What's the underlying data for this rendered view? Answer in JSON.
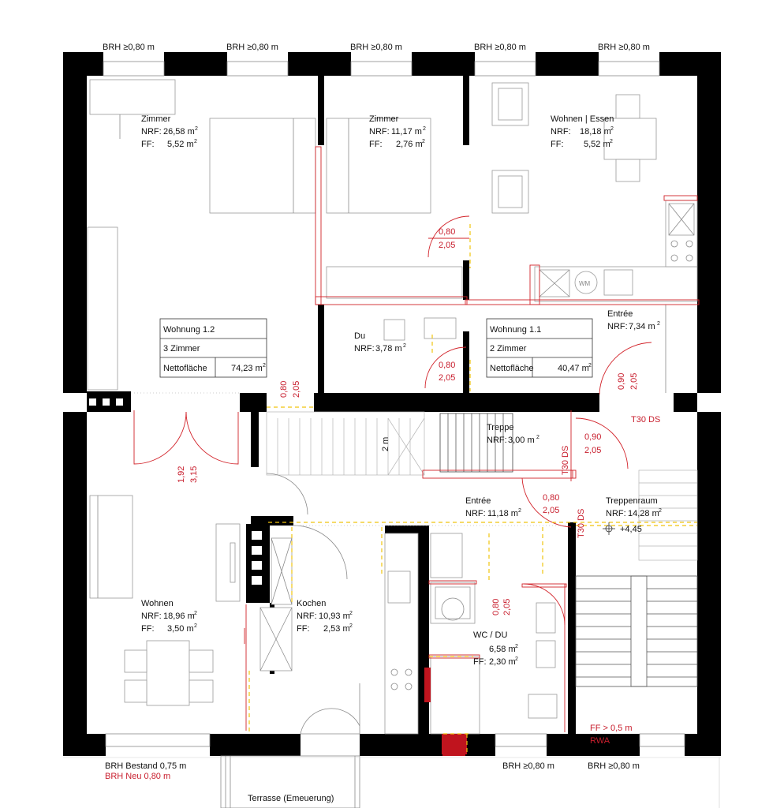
{
  "windows_top": [
    {
      "label": "BRH ≥0,80 m"
    },
    {
      "label": "BRH ≥0,80 m"
    },
    {
      "label": "BRH ≥0,80 m"
    },
    {
      "label": "BRH ≥0,80 m"
    },
    {
      "label": "BRH ≥0,80 m"
    }
  ],
  "rooms": {
    "zimmer_large": {
      "name": "Zimmer",
      "nrf_label": "NRF:",
      "nrf": "26,58 m",
      "ff_label": "FF:",
      "ff": "5,52 m"
    },
    "zimmer_small": {
      "name": "Zimmer",
      "nrf_label": "NRF:",
      "nrf": "11,17 m",
      "ff_label": "FF:",
      "ff": "2,76 m"
    },
    "wohnen_essen": {
      "name": "Wohnen | Essen",
      "nrf_label": "NRF:",
      "nrf": "18,18 m",
      "ff_label": "FF:",
      "ff": "5,52 m"
    },
    "entree_top": {
      "name": "Entrée",
      "nrf_label": "NRF:",
      "nrf": "7,34 m"
    },
    "du": {
      "name": "Du",
      "nrf_label": "NRF:",
      "nrf": "3,78 m"
    },
    "treppe": {
      "name": "Treppe",
      "nrf_label": "NRF:",
      "nrf": "3,00 m"
    },
    "entree_mid": {
      "name": "Entrée",
      "nrf_label": "NRF:",
      "nrf": "11,18 m"
    },
    "treppenraum": {
      "name": "Treppenraum",
      "nrf_label": "NRF:",
      "nrf": "14,28 m",
      "level": "+4,45"
    },
    "wohnen": {
      "name": "Wohnen",
      "nrf_label": "NRF:",
      "nrf": "18,96 m",
      "ff_label": "FF:",
      "ff": "3,50 m"
    },
    "kochen": {
      "name": "Kochen",
      "nrf_label": "NRF:",
      "nrf": "10,93 m",
      "ff_label": "FF:",
      "ff": "2,53 m"
    },
    "wc_du": {
      "name": "WC / DU",
      "nrf": "6,58 m",
      "ff_label": "FF:",
      "ff": "2,30 m"
    },
    "terrasse": {
      "name": "Terrasse (Emeuerung)"
    }
  },
  "superscript": "2",
  "apartments": {
    "w12": {
      "name": "Wohnung 1.2",
      "rooms": "3 Zimmer",
      "area_label": "Nettofläche",
      "area": "74,23 m"
    },
    "w11": {
      "name": "Wohnung 1.1",
      "rooms": "2 Zimmer",
      "area_label": "Nettofläche",
      "area": "40,47 m"
    }
  },
  "doors": {
    "d1": {
      "w": "0,80",
      "h": "2,05"
    },
    "d2": {
      "w": "0,80",
      "h": "2,05"
    },
    "d3": {
      "w": "0,80",
      "h": "2,05"
    },
    "d4": {
      "w": "0,90",
      "h": "2,05"
    },
    "d5": {
      "w": "0,90",
      "h": "2,05"
    },
    "d6": {
      "w": "0,80",
      "h": "2,05"
    },
    "d7": {
      "w": "0,80",
      "h": "2,05"
    },
    "d8": {
      "w": "1,92",
      "h": "3,15"
    }
  },
  "fire_doors": [
    "T30 DS",
    "T30 DS",
    "T30 DS"
  ],
  "stair_width": "2 m",
  "wm_label": "WM",
  "bottom": {
    "brh_bestand": "BRH Bestand 0,75 m",
    "brh_neu": "BRH Neu 0,80 m",
    "brh_right1": "BRH ≥0,80 m",
    "brh_right2": "BRH ≥0,80 m",
    "ff_note": "FF > 0,5 m",
    "rwa": "RWA"
  },
  "colors": {
    "wall": "#000000",
    "annotation": "#c81e2d",
    "escape": "#f1c40f",
    "line": "#8a8a8a"
  }
}
